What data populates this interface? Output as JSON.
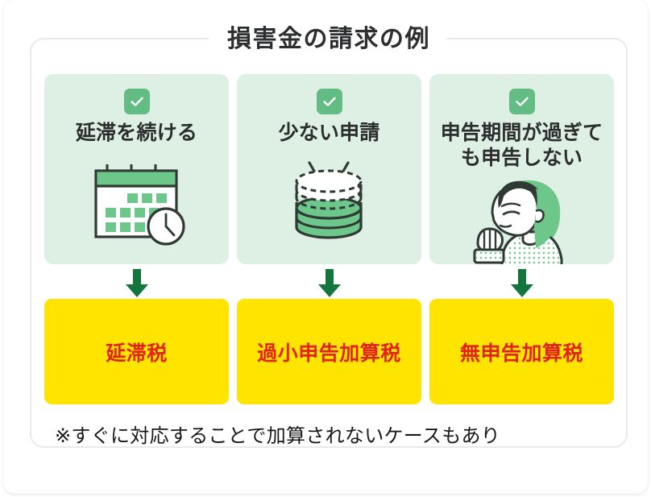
{
  "figure": {
    "title": "損害金の請求の例",
    "footnote": "※すぐに対応することで加算されないケースもあり",
    "colors": {
      "page_background": "#FFFFFF",
      "card_border": "#E7E9EA",
      "cause_card_background": "#DDF0E3",
      "check_green": "#63BC83",
      "arrow_green": "#13763C",
      "result_yellow": "#FFE400",
      "result_text_red": "#E0231B",
      "title_text": "#2C2E30",
      "illustration_outline": "#2F3A35",
      "illustration_green": "#6DC78B"
    }
  },
  "flow": {
    "columns": [
      {
        "check_icon": "check-icon",
        "cause_label": "延滞を続ける",
        "cause_label_lines": [
          "延滞を続ける"
        ],
        "illustration": "calendar-clock-icon",
        "arrow_icon": "down-arrow-icon",
        "result_label": "延滞税"
      },
      {
        "check_icon": "check-icon",
        "cause_label": "少ない申請",
        "cause_label_lines": [
          "少ない申請"
        ],
        "illustration": "coin-stack-icon",
        "arrow_icon": "down-arrow-icon",
        "result_label": "過小申告加算税"
      },
      {
        "check_icon": "check-icon",
        "cause_label": "申告期間が過ぎても申告しない",
        "cause_label_lines": [
          "申告期間が過ぎて",
          "も申告しない"
        ],
        "illustration": "thinking-person-icon",
        "arrow_icon": "down-arrow-icon",
        "result_label": "無申告加算税"
      }
    ]
  }
}
